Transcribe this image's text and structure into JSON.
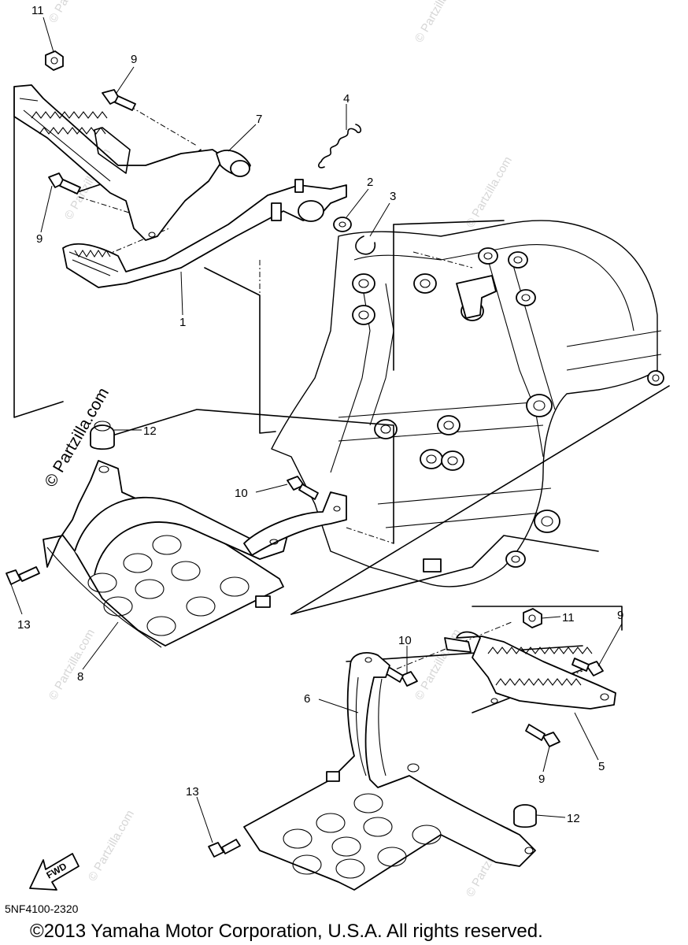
{
  "diagram": {
    "callouts": [
      {
        "id": "c1",
        "label": "1"
      },
      {
        "id": "c2",
        "label": "2"
      },
      {
        "id": "c3",
        "label": "3"
      },
      {
        "id": "c4",
        "label": "4"
      },
      {
        "id": "c5",
        "label": "5"
      },
      {
        "id": "c6",
        "label": "6"
      },
      {
        "id": "c7",
        "label": "7"
      },
      {
        "id": "c8",
        "label": "8"
      },
      {
        "id": "c9a",
        "label": "9"
      },
      {
        "id": "c9b",
        "label": "9"
      },
      {
        "id": "c9c",
        "label": "9"
      },
      {
        "id": "c9d",
        "label": "9"
      },
      {
        "id": "c10a",
        "label": "10"
      },
      {
        "id": "c10b",
        "label": "10"
      },
      {
        "id": "c11a",
        "label": "11"
      },
      {
        "id": "c11b",
        "label": "11"
      },
      {
        "id": "c12a",
        "label": "12"
      },
      {
        "id": "c12b",
        "label": "12"
      },
      {
        "id": "c13a",
        "label": "13"
      },
      {
        "id": "c13b",
        "label": "13"
      }
    ],
    "fwd_label": "FWD",
    "drawing_code": "5NF4100-2320",
    "copyright": "©2013  Yamaha Motor Corporation, U.S.A. All rights reserved.",
    "watermark_text": "© Partzilla.com"
  }
}
